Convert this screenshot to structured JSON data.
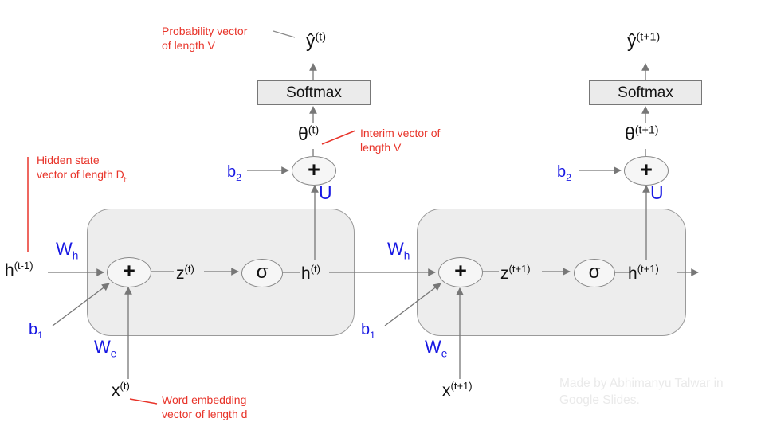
{
  "colors": {
    "annotation_red": "#e8342a",
    "label_blue": "#1717e3",
    "cell_fill": "#ededed",
    "cell_border": "#9a9a9a",
    "node_fill": "#f6f6f6",
    "node_border": "#888888",
    "softmax_fill": "#ebebeb",
    "softmax_border": "#777777",
    "line_gray": "#777777",
    "watermark_gray": "#eaeaea"
  },
  "annotations": {
    "probability_vector": {
      "line1": "Probability vector",
      "line2": "of length V"
    },
    "interim_vector": {
      "line1": "Interim vector of",
      "line2": "length V"
    },
    "hidden_state": {
      "line1": "Hidden state",
      "line2_base": "vector of length D",
      "line2_sub": "h"
    },
    "word_embedding": {
      "line1": "Word embedding",
      "line2": "vector of length d"
    }
  },
  "h_prev": {
    "base": "h",
    "sup": "(t-1)"
  },
  "timesteps": [
    {
      "output_y": {
        "base": "ŷ",
        "sup": "(t)"
      },
      "softmax_label": "Softmax",
      "theta": {
        "base": "θ",
        "sup": "(t)"
      },
      "plus_out": "+",
      "b2": {
        "base": "b",
        "sub": "2"
      },
      "u_label": "U",
      "wh": {
        "base": "W",
        "sub": "h"
      },
      "plus_in": "+",
      "z": {
        "base": "z",
        "sup": "(t)"
      },
      "sigma": "σ",
      "h": {
        "base": "h",
        "sup": "(t)"
      },
      "b1": {
        "base": "b",
        "sub": "1"
      },
      "we": {
        "base": "W",
        "sub": "e"
      },
      "x": {
        "base": "x",
        "sup": "(t)"
      }
    },
    {
      "output_y": {
        "base": "ŷ",
        "sup": "(t+1)"
      },
      "softmax_label": "Softmax",
      "theta": {
        "base": "θ",
        "sup": "(t+1)"
      },
      "plus_out": "+",
      "b2": {
        "base": "b",
        "sub": "2"
      },
      "u_label": "U",
      "wh": {
        "base": "W",
        "sub": "h"
      },
      "plus_in": "+",
      "z": {
        "base": "z",
        "sup": "(t+1)"
      },
      "sigma": "σ",
      "h": {
        "base": "h",
        "sup": "(t+1)"
      },
      "b1": {
        "base": "b",
        "sub": "1"
      },
      "we": {
        "base": "W",
        "sub": "e"
      },
      "x": {
        "base": "x",
        "sup": "(t+1)"
      }
    }
  ],
  "watermark": {
    "line1": "Made by Abhimanyu Talwar in",
    "line2": "Google Slides."
  }
}
